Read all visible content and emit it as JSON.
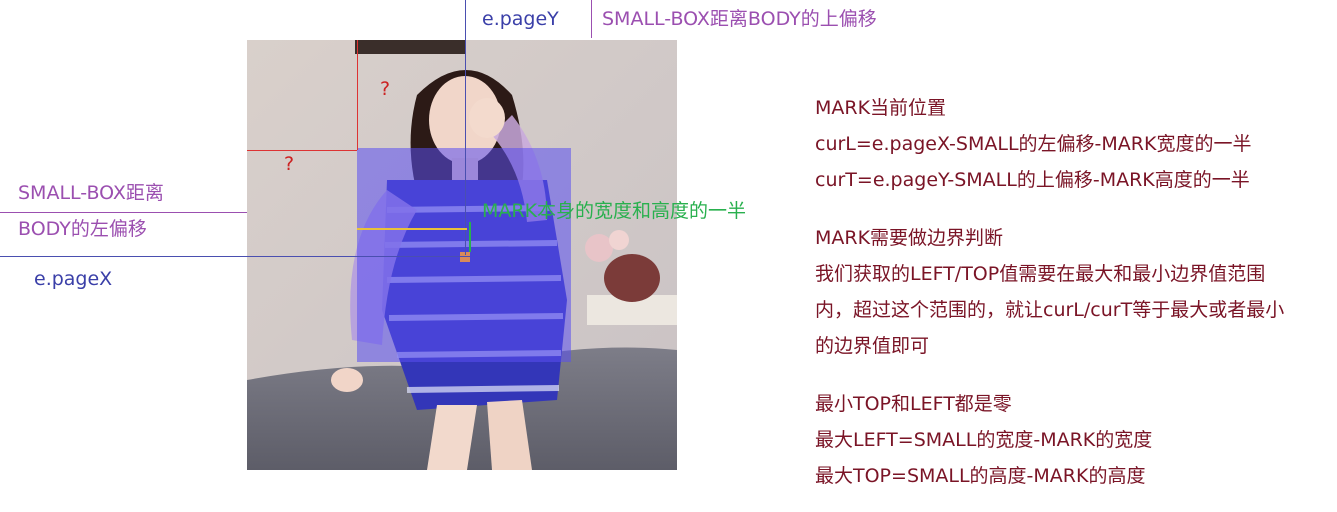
{
  "colors": {
    "notes_text": "#7a1426",
    "purple_label": "#9b4fb0",
    "blue_label": "#3a3fa8",
    "red_mark": "#cc2222",
    "green_label": "#29b04e",
    "mark_box": "#5a4ef0"
  },
  "labels": {
    "page_y": "e.pageY",
    "small_top_offset": "SMALL-BOX距离BODY的上偏移",
    "small_left_offset_line1": "SMALL-BOX距离",
    "small_left_offset_line2": "BODY的左偏移",
    "page_x": "e.pageX",
    "question_top": "?",
    "question_left": "?",
    "mark_half": "MARK本身的宽度和高度的一半"
  },
  "notes": {
    "section1": [
      "MARK当前位置",
      "curL=e.pageX-SMALL的左偏移-MARK宽度的一半",
      "curT=e.pageY-SMALL的上偏移-MARK高度的一半"
    ],
    "section2": [
      "MARK需要做边界判断",
      "我们获取的LEFT/TOP值需要在最大和最小边界值范围",
      "内，超过这个范围的，就让curL/curT等于最大或者最小",
      "的边界值即可"
    ],
    "section3": [
      "最小TOP和LEFT都是零",
      "最大LEFT=SMALL的宽度-MARK的宽度",
      "最大TOP=SMALL的高度-MARK的高度"
    ]
  }
}
